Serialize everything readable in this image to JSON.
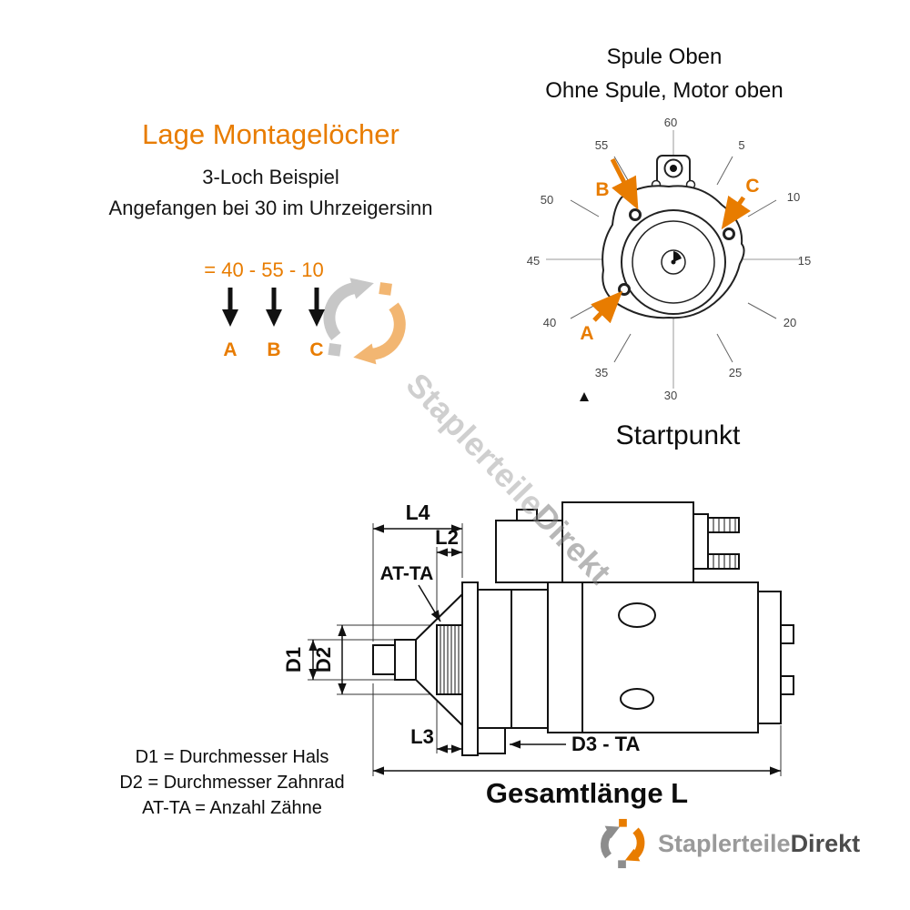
{
  "colors": {
    "accent": "#e87c00",
    "gray": "#8d8d8d"
  },
  "left_panel": {
    "title": "Lage Montagelöcher",
    "subtitle1": "3-Loch Beispiel",
    "subtitle2": "Angefangen bei 30 im Uhrzeigersinn",
    "formula": "= 40 - 55 - 10",
    "hole_a": "A",
    "hole_b": "B",
    "hole_c": "C"
  },
  "clock": {
    "title_line1": "Spule Oben",
    "title_line2": "Ohne Spule, Motor oben",
    "caption": "Startpunkt",
    "ticks": [
      "60",
      "5",
      "10",
      "15",
      "20",
      "25",
      "30",
      "35",
      "40",
      "45",
      "50",
      "55"
    ],
    "label_a": "A",
    "label_b": "B",
    "label_c": "C"
  },
  "side_view": {
    "dim_l4": "L4",
    "dim_l2": "L2",
    "dim_attta": "AT-TA",
    "dim_d1": "D1",
    "dim_d2": "D2",
    "dim_l3": "L3",
    "dim_d3": "D3 - TA",
    "total": "Gesamtlänge L"
  },
  "legend": {
    "line1": "D1 = Durchmesser Hals",
    "line2": "D2 = Durchmesser Zahnrad",
    "line3": "AT-TA = Anzahl Zähne"
  },
  "watermark": {
    "part1": "Staplerteile",
    "part2": "Direkt"
  },
  "logo": {
    "part1": "Staplerteile",
    "part2": "Direkt"
  }
}
